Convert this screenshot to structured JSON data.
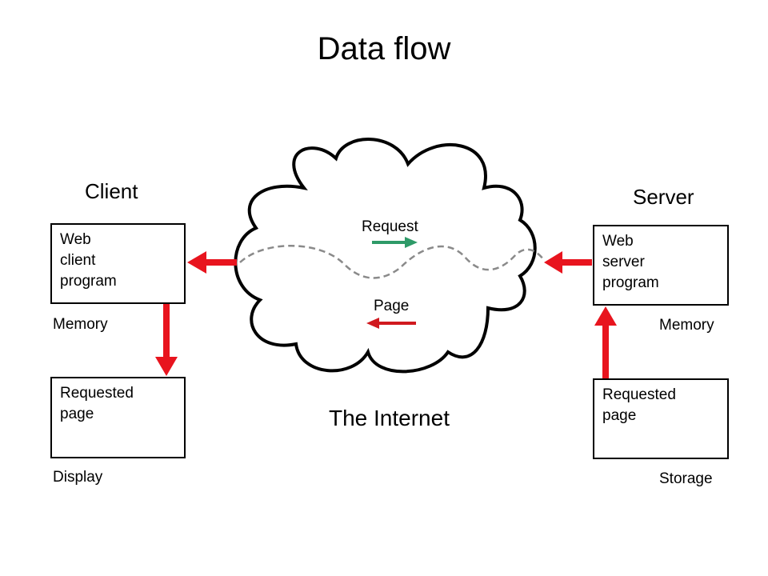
{
  "title": "Data flow",
  "client": {
    "label": "Client",
    "program_lines": [
      "Web",
      "client",
      "program"
    ],
    "program_location": "Memory",
    "page_lines": [
      "Requested",
      "page"
    ],
    "page_location": "Display"
  },
  "server": {
    "label": "Server",
    "program_lines": [
      "Web",
      "server",
      "program"
    ],
    "program_location": "Memory",
    "page_lines": [
      "Requested",
      "page"
    ],
    "page_location": "Storage"
  },
  "network": {
    "label": "The Internet",
    "request_label": "Request",
    "page_label": "Page"
  },
  "colors": {
    "flow_arrow": "#e8141e",
    "request_arrow": "#2e9a68",
    "page_arrow": "#d0191f",
    "connection_line": "#8a8a8a"
  }
}
